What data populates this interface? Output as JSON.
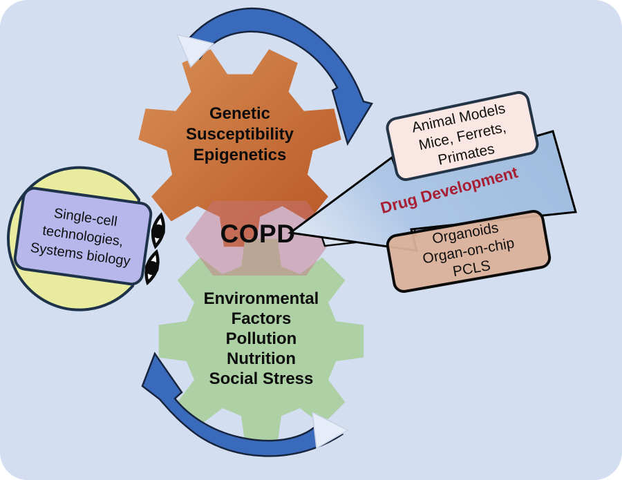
{
  "copd_label": "COPD",
  "gears": {
    "genetic": {
      "lines": [
        "Genetic",
        "Susceptibility",
        "Epigenetics"
      ],
      "color_start": "#d98f55",
      "color_end": "#b65523"
    },
    "environment": {
      "lines": [
        "Environmental",
        "Factors",
        "Pollution",
        "Nutrition",
        "Social Stress"
      ],
      "color": "#aed0a5"
    }
  },
  "hexagon": {
    "color": "rgba(200,116,130,0.45)"
  },
  "drug_development": {
    "label": "Drug Development",
    "text_color": "#a81e33",
    "arrow_fill": "#a9c2e2"
  },
  "boxes": {
    "single_cell": {
      "lines": [
        "Single-cell",
        "technologies,",
        "Systems biology"
      ],
      "fill": "#b7b7ec"
    },
    "animal_models": {
      "lines": [
        "Animal Models",
        "Mice, Ferrets,",
        "Primates"
      ],
      "fill": "#fae7e3"
    },
    "organoids": {
      "lines": [
        "Organoids",
        "Organ-on-chip",
        "PCLS"
      ],
      "fill": "#dbb19b"
    }
  },
  "icons": {
    "left_icons": [
      "eye-icon",
      "eye-icon"
    ]
  },
  "colors": {
    "panel_background": "#d3def1",
    "cycle_arrow": "#3a6abb",
    "outline_navy": "#1e3249",
    "single_cell_circle": "#e9ec9e"
  }
}
